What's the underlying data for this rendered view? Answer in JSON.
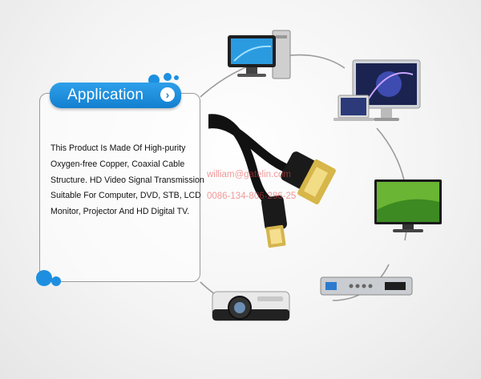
{
  "header": {
    "title": "Application",
    "arrow_icon": "chevron-right-icon"
  },
  "description": "This Product Is Made Of High-purity Oxygen-free Copper, Coaxial Cable Structure. HD Video Signal Transmission Suitable For Computer, DVD, STB, LCD Monitor, Projector And HD Digital TV.",
  "watermark": {
    "line1": "william@gatelin.com",
    "line2": "0086-134-806-286-25"
  },
  "colors": {
    "accent": "#1a86d4",
    "orbit": "#9a9a9a"
  },
  "devices": [
    {
      "icon": "desktop-computer-icon"
    },
    {
      "icon": "laptop-and-monitor-icon"
    },
    {
      "icon": "lcd-tv-icon"
    },
    {
      "icon": "set-top-box-icon"
    },
    {
      "icon": "projector-icon"
    },
    {
      "icon": "hdmi-dvi-cable-icon"
    }
  ]
}
